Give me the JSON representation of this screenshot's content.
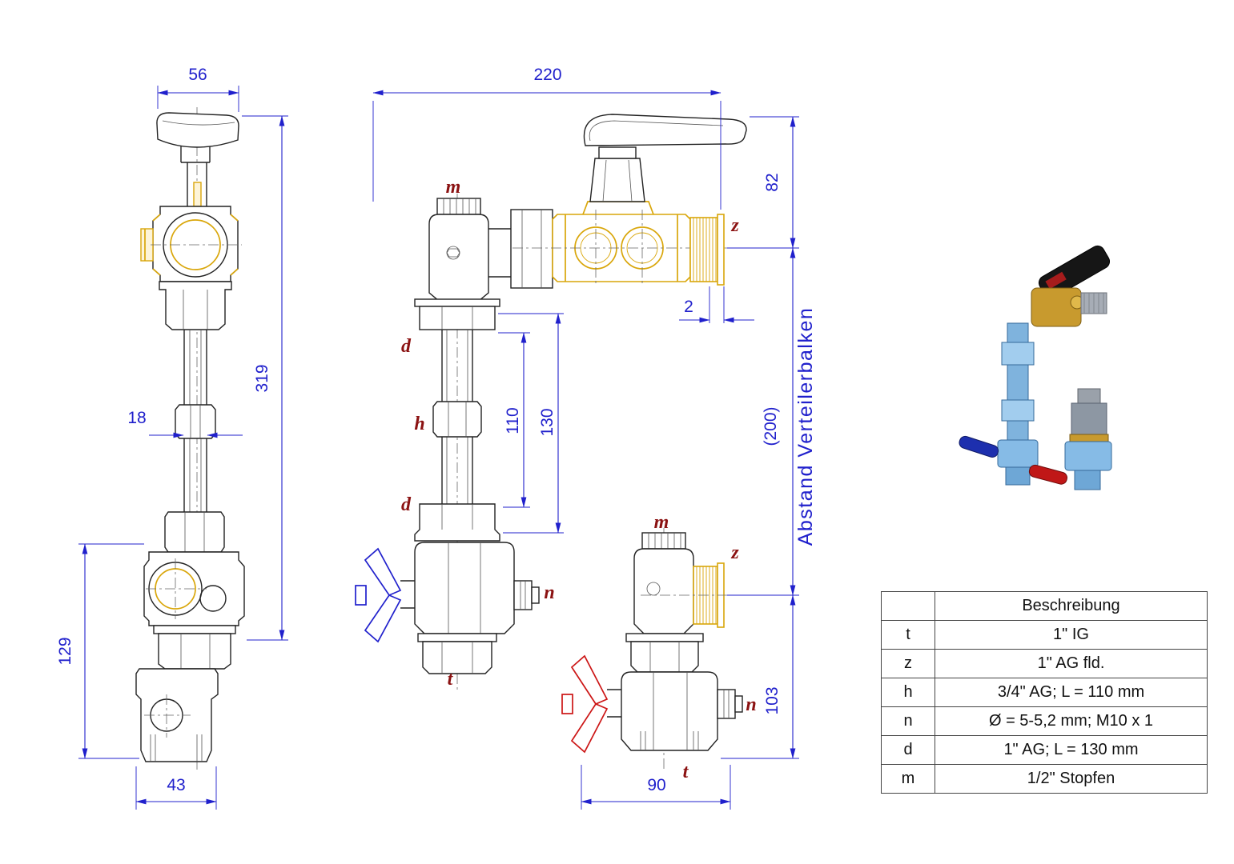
{
  "drawing": {
    "side_view": {
      "dim_top_width": "56",
      "dim_height": "319",
      "dim_pipe": "18",
      "dim_lower_height": "129",
      "dim_bottom_width": "43"
    },
    "front_view": {
      "dim_top_width": "220",
      "dim_handle_height": "82",
      "dim_thread": "2",
      "dim_distance": "(200)",
      "dim_distance_label": "Abstand Verteilerbalken",
      "dim_pipe_inner": "110",
      "dim_pipe_outer": "130",
      "dim_lower_height": "103",
      "dim_bottom_width": "90",
      "label_m_top": "m",
      "label_z_top": "z",
      "label_d_upper": "d",
      "label_h": "h",
      "label_d_lower": "d",
      "label_n_left": "n",
      "label_t_left": "t",
      "label_m_right": "m",
      "label_z_right": "z",
      "label_n_right": "n",
      "label_t_right": "t"
    }
  },
  "spec_table": {
    "title": "Beschreibung",
    "rows": [
      {
        "key": "t",
        "value": "1\" IG"
      },
      {
        "key": "z",
        "value": "1\" AG fld."
      },
      {
        "key": "h",
        "value": "3/4\" AG; L = 110 mm"
      },
      {
        "key": "n",
        "value": "Ø = 5-5,2 mm; M10 x 1"
      },
      {
        "key": "d",
        "value": "1\" AG; L = 130 mm"
      },
      {
        "key": "m",
        "value": "1/2\" Stopfen"
      }
    ]
  },
  "colors": {
    "dimension_blue": "#2020cc",
    "label_dark_red": "#8b1212",
    "brass_gold": "#d9a60a",
    "handle_blue": "#2020cc",
    "handle_red": "#cc1515"
  }
}
